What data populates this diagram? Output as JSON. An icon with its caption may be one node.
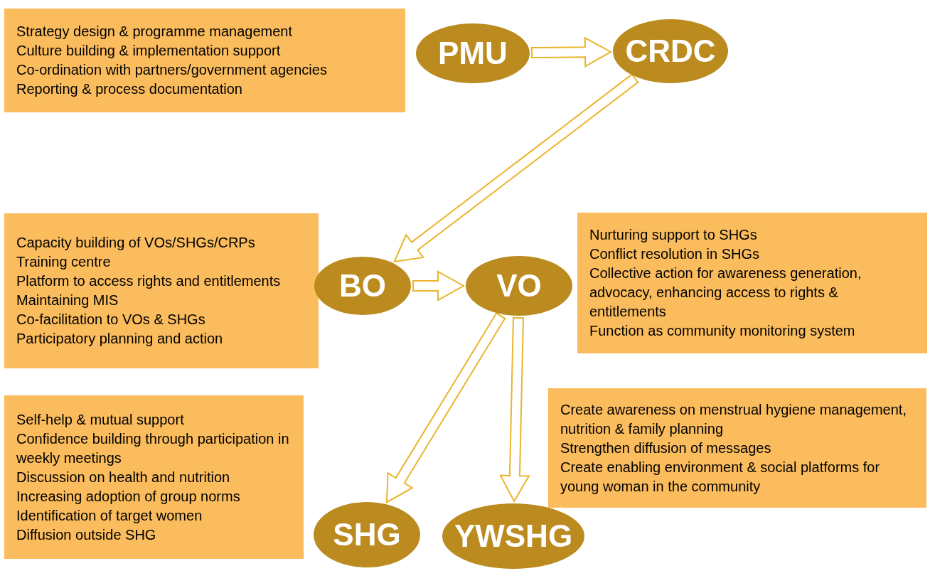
{
  "diagram": {
    "nodes": [
      {
        "text": [
          "Strategy design & programme management",
          "Culture building & implementation support",
          "Co-ordination with partners/government agencies",
          "Reporting & process documentation"
        ]
      },
      {
        "text": [
          "PMU"
        ]
      },
      {
        "text": [
          "CRDC"
        ]
      },
      {
        "text": [
          "Capacity building of VOs/SHGs/CRPs",
          "Training centre",
          "Platform to access rights and entitlements",
          "Maintaining MIS",
          "Co-facilitation to VOs & SHGs",
          "Participatory planning and action"
        ]
      },
      {
        "text": [
          "Nurturing support to SHGs",
          "Conflict resolution in SHGs",
          "Collective action for awareness generation, advocacy, enhancing access to rights & entitlements",
          "Function as community monitoring system"
        ]
      },
      {
        "text": [
          "BO"
        ]
      },
      {
        "text": [
          "VO"
        ]
      },
      {
        "text": [
          "Self-help & mutual support",
          "Confidence building through participation in weekly meetings",
          "Discussion on health and nutrition",
          "Increasing adoption of group norms",
          "Identification of target women",
          "Diffusion outside SHG"
        ]
      },
      {
        "text": [
          "Create awareness on menstrual hygiene management, nutrition & family planning",
          "Strengthen diffusion of messages",
          "Create enabling environment & social platforms for young woman in the community"
        ]
      },
      {
        "text": [
          "SHG"
        ]
      },
      {
        "text": [
          "YWSHG"
        ]
      }
    ],
    "edges": [
      {
        "from": 1,
        "to": 2,
        "arrow": "to"
      },
      {
        "from": 2,
        "to": 5,
        "arrow": "to"
      },
      {
        "from": 5,
        "to": 6,
        "arrow": "to"
      },
      {
        "from": 6,
        "to": 9,
        "arrow": "to"
      },
      {
        "from": 6,
        "to": 10,
        "arrow": "to"
      }
    ]
  }
}
